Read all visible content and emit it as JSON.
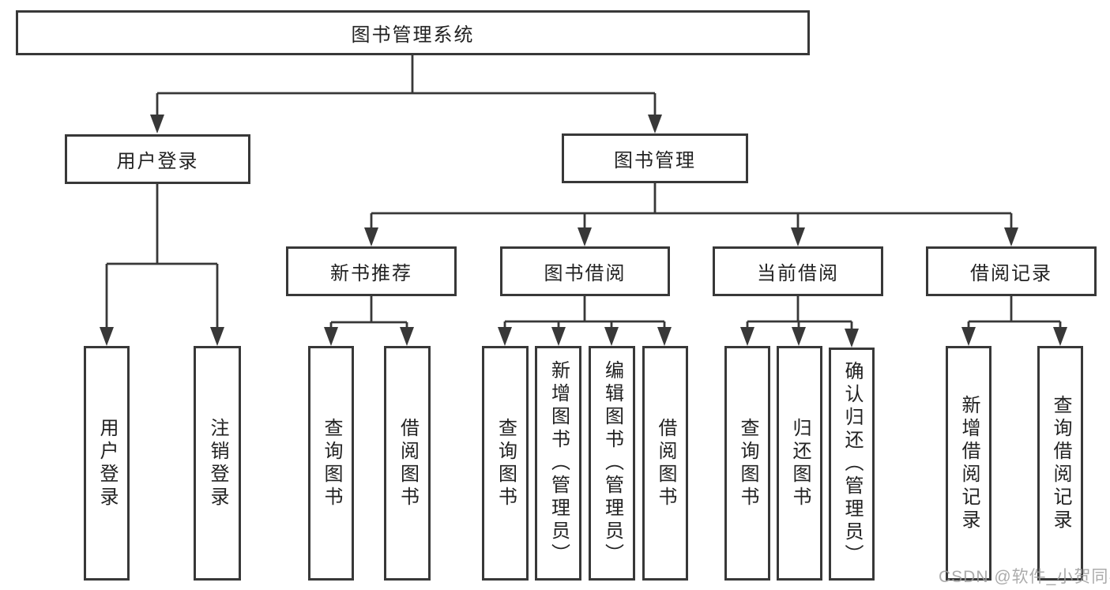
{
  "diagram": {
    "root_label": "图书管理系统",
    "user_login": {
      "label": "用户登录",
      "children": [
        "用户登录",
        "注销登录"
      ]
    },
    "book_mgmt": {
      "label": "图书管理",
      "new_book_rec": {
        "label": "新书推荐",
        "children": [
          "查询图书",
          "借阅图书"
        ]
      },
      "book_borrow": {
        "label": "图书借阅",
        "children": [
          "查询图书",
          "新增图书（管理员）",
          "编辑图书（管理员）",
          "借阅图书"
        ]
      },
      "current_borrow": {
        "label": "当前借阅",
        "children": [
          "查询图书",
          "归还图书",
          "确认归还（管理员）"
        ]
      },
      "borrow_records": {
        "label": "借阅记录",
        "children": [
          "新增借阅记录",
          "查询借阅记录"
        ]
      }
    }
  },
  "watermark": {
    "text": "CSDN @软件_小贺同学",
    "color": "#9d9d9d"
  },
  "colors": {
    "line": "#383838",
    "text": "#222222",
    "background": "#ffffff"
  }
}
